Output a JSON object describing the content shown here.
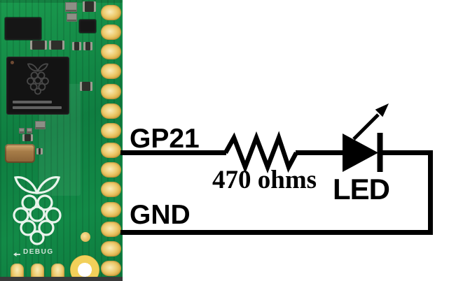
{
  "schematic": {
    "gpio_label": "GP21",
    "ground_label": "GND",
    "resistor_label": "470 ohms",
    "led_label": "LED"
  },
  "board": {
    "name": "raspberry-pi-pico",
    "debug_label": "DEBUG",
    "pin_count": 14
  },
  "colors": {
    "wire": "#000000",
    "text": "#000000",
    "background": "#ffffff",
    "pcb_green": "#128749",
    "chip_black": "#161616",
    "pad_gold": "#d4a43f",
    "pad_gold_light": "#f9ecb8",
    "silkscreen_white": "#e9f4ec"
  }
}
